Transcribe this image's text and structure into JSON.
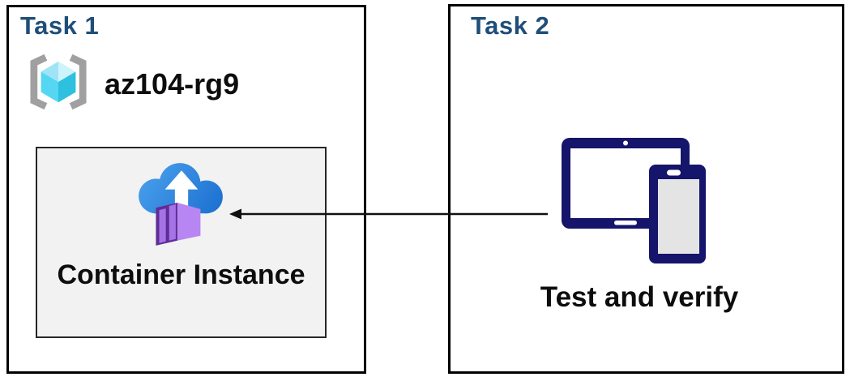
{
  "diagram": {
    "task1": {
      "title": "Task 1",
      "resource_group": {
        "icon": "azure-resource-group-icon",
        "name": "az104-rg9"
      },
      "container_card": {
        "icon": "container-instance-icon",
        "label": "Container Instance"
      }
    },
    "task2": {
      "title": "Task 2",
      "icon": "tablet-phone-devices-icon",
      "label": "Test and verify"
    },
    "arrow": {
      "direction": "right-to-left"
    }
  },
  "colors": {
    "title_blue": "#1f4e79",
    "text_black": "#0d0d0d",
    "box_border": "#000000",
    "card_bg": "#f2f2f2",
    "card_border": "#262626",
    "device_navy": "#15156b",
    "arrow_black": "#111111",
    "bracket_gray": "#a0a0a0",
    "cloud_blue_light": "#4aa0ec",
    "cloud_blue_dark": "#1b6fd0",
    "container_purple_front": "#5f2d96",
    "container_purple_panel": "#a573e6",
    "container_purple_side": "#b886f2",
    "container_purple_top": "#cda9f7",
    "cube_top_left": "#9fe4f6",
    "cube_top_right": "#cdf3fb",
    "cube_left": "#55d7f4",
    "cube_right": "#2ec0df",
    "phone_screen_gray": "#e4e4e4"
  }
}
